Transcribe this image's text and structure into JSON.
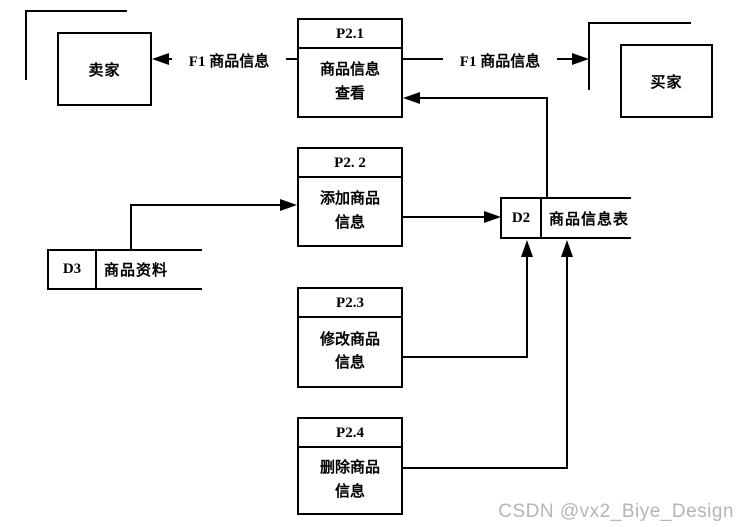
{
  "entities": {
    "seller": "卖家",
    "buyer": "买家"
  },
  "processes": [
    {
      "number": "P2.1",
      "line1": "商品信息",
      "line2": "查看"
    },
    {
      "number": "P2. 2",
      "line1": "添加商品",
      "line2": "信息"
    },
    {
      "number": "P2.3",
      "line1": "修改商品",
      "line2": "信息"
    },
    {
      "number": "P2.4",
      "line1": "删除商品",
      "line2": "信息"
    }
  ],
  "stores": [
    {
      "code": "D2",
      "label": "商品信息表"
    },
    {
      "code": "D3",
      "label": "商品资料"
    }
  ],
  "flows": {
    "to_seller": "F1 商品信息",
    "to_buyer": "F1 商品信息"
  },
  "watermark": "CSDN @vx2_Biye_Design",
  "colors": {
    "line": "#000000",
    "background": "#ffffff",
    "watermark": "#b5b5b5"
  }
}
